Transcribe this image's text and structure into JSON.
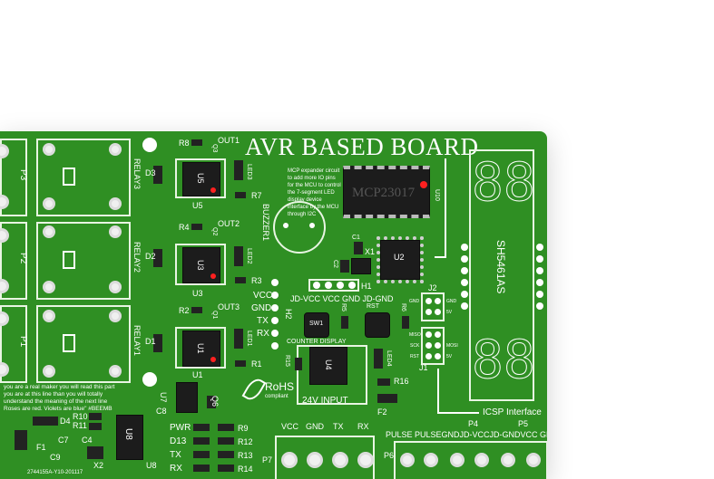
{
  "board": {
    "title": "AVR BASED BOARD",
    "colors": {
      "pcb": "#2f8f23",
      "silk": "#ffffff",
      "chip": "#1c1c1c",
      "pad": "#d9d9d9",
      "marker": "#ff2020"
    },
    "mcp_note": "MCP expander circuit to add more IO pins for the MCU to control the 7-segment LED display device interface by the MCU through I2C",
    "mcp_chip": "MCP23017",
    "u10": "U10",
    "relays": [
      "RELAY3",
      "RELAY2",
      "RELAY1"
    ],
    "relay_ports": [
      "P3",
      "P2",
      "P1"
    ],
    "outs": [
      "OUT1",
      "OUT2",
      "OUT3"
    ],
    "drivers": [
      "U5",
      "U3",
      "U1"
    ],
    "driver_refs": [
      "U5",
      "U3",
      "U1"
    ],
    "leds": [
      "LED3",
      "LED2",
      "LED1"
    ],
    "diodes": [
      "D3",
      "D2",
      "D1"
    ],
    "res_top": [
      "R8",
      "R4",
      "R2"
    ],
    "res_side": [
      "R7",
      "R3",
      "R1"
    ],
    "q": [
      "Q3",
      "Q2",
      "Q1"
    ],
    "buzzer": "BUZZER1",
    "vcc_header": [
      "VCC",
      "GND",
      "TX",
      "RX"
    ],
    "h1": "H1",
    "h2": "H2",
    "jd_row": "JD-VCC VCC GND JD-GND",
    "x1": "X1",
    "c1": "C1",
    "c2": "C2",
    "u2": "U2",
    "sw1": "SW1",
    "rst": "RST",
    "r5": "R5",
    "r6": "R6",
    "counter": "COUNTER DISPLAY",
    "u4": "U4",
    "led4": "LED4",
    "r15": "R15",
    "r16": "R16",
    "f2": "F2",
    "input": "24V INPUT",
    "display": "SH5461AS",
    "j1": "J1",
    "j2": "J2",
    "icsp_pins_left": [
      "GND",
      "MISO",
      "SCK",
      "RST"
    ],
    "icsp_pins_right": [
      "GND",
      "5V",
      "MOSI",
      "5V"
    ],
    "icsp": "ICSP Interface",
    "rohs": "RoHS",
    "rohs_sub": "compliant",
    "story": [
      "you are a real maker you will read this part",
      "you are at this line than you will totally",
      "understand the meaning of the next line",
      "Roses are red. Violets are blue\" #BEEMB"
    ],
    "u7": "U7",
    "q6": "Q6",
    "c8": "C8",
    "r10": "R10",
    "r11": "R11",
    "d4": "D4",
    "c7": "C7",
    "c4": "C4",
    "f1": "F1",
    "c9": "C9",
    "x2": "X2",
    "u8": "U8",
    "u8_ref": "U8",
    "status_leds": [
      "PWR",
      "D13",
      "TX",
      "RX"
    ],
    "status_res": [
      "R9",
      "R12",
      "R13",
      "R14"
    ],
    "p7_labels": [
      "VCC",
      "GND",
      "TX",
      "RX"
    ],
    "p7": "P7",
    "p6": "P6",
    "p4": "P4",
    "p5": "P5",
    "bottom_row": "PULSE PULSEGNDJD-VCCJD-GNDVCC   GND",
    "serial": "2744155A-Y10-201117"
  }
}
